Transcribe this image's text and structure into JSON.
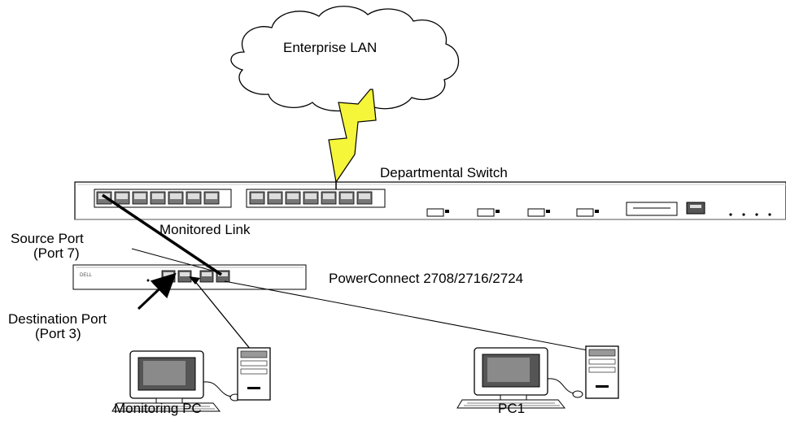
{
  "labels": {
    "cloud": "Enterprise LAN",
    "dept_switch": "Departmental Switch",
    "monitored_link": "Monitored Link",
    "source_port_line1": "Source Port",
    "source_port_line2": "(Port 7)",
    "powerconnect": "PowerConnect 2708/2716/2724",
    "dest_port_line1": "Destination  Port",
    "dest_port_line2": "(Port 3)",
    "monitoring_pc": "Monitoring PC",
    "pc1": "PC1"
  },
  "colors": {
    "lightning_fill": "#f5f53a",
    "line": "#000000",
    "panel": "#ffffff"
  }
}
